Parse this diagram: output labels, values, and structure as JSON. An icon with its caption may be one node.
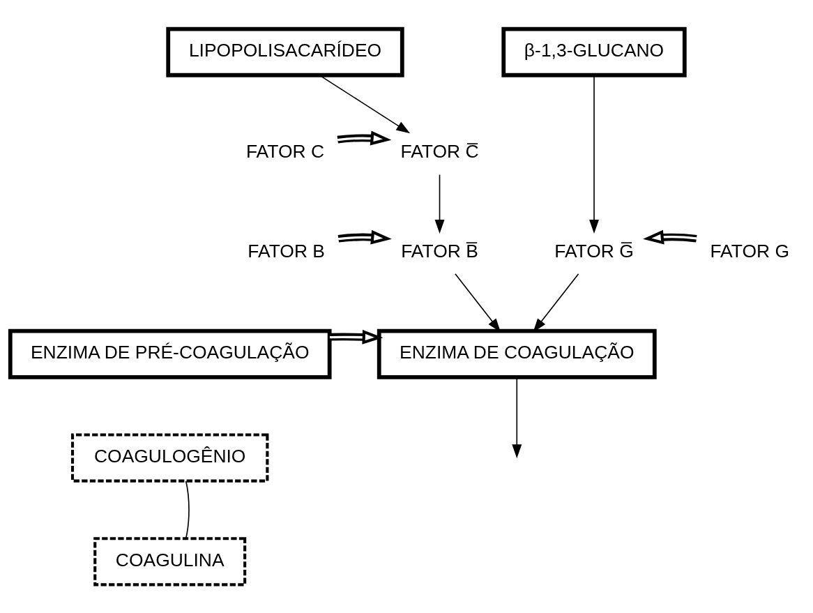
{
  "diagram": {
    "nodes": [
      {
        "text": [
          "LIPOPOLISACARÍDEO"
        ]
      },
      {
        "text": [
          "β-1,3-GLUCANO"
        ]
      },
      {
        "text": [
          "FATOR C"
        ]
      },
      {
        "text": [
          "FATOR C̅"
        ]
      },
      {
        "text": [
          "FATOR B"
        ]
      },
      {
        "text": [
          "FATOR B̅"
        ]
      },
      {
        "text": [
          "FATOR G̅"
        ]
      },
      {
        "text": [
          "FATOR G"
        ]
      },
      {
        "text": [
          "ENZIMA DE PRÉ-COAGULAÇÃO"
        ]
      },
      {
        "text": [
          "ENZIMA DE COAGULAÇÃO"
        ]
      },
      {
        "text": [
          "COAGULOGÊNIO"
        ]
      },
      {
        "text": [
          "COAGULINA"
        ]
      }
    ],
    "edges": [
      {
        "from": 0,
        "to": 3,
        "arrow": "to"
      },
      {
        "from": 2,
        "to": 3,
        "arrow": "to",
        "style": "thick"
      },
      {
        "from": 3,
        "to": 5,
        "arrow": "to"
      },
      {
        "from": 1,
        "to": 6,
        "arrow": "to"
      },
      {
        "from": 4,
        "to": 5,
        "arrow": "to",
        "style": "thick"
      },
      {
        "from": 7,
        "to": 6,
        "arrow": "to",
        "style": "thick"
      },
      {
        "from": 5,
        "to": 9,
        "arrow": "to"
      },
      {
        "from": 6,
        "to": 9,
        "arrow": "to"
      },
      {
        "from": 8,
        "to": 9,
        "arrow": "to",
        "style": "thick"
      },
      {
        "from": 9,
        "to": null,
        "arrow": "to"
      },
      {
        "from": 10,
        "to": 11,
        "arrow": "none"
      }
    ]
  }
}
